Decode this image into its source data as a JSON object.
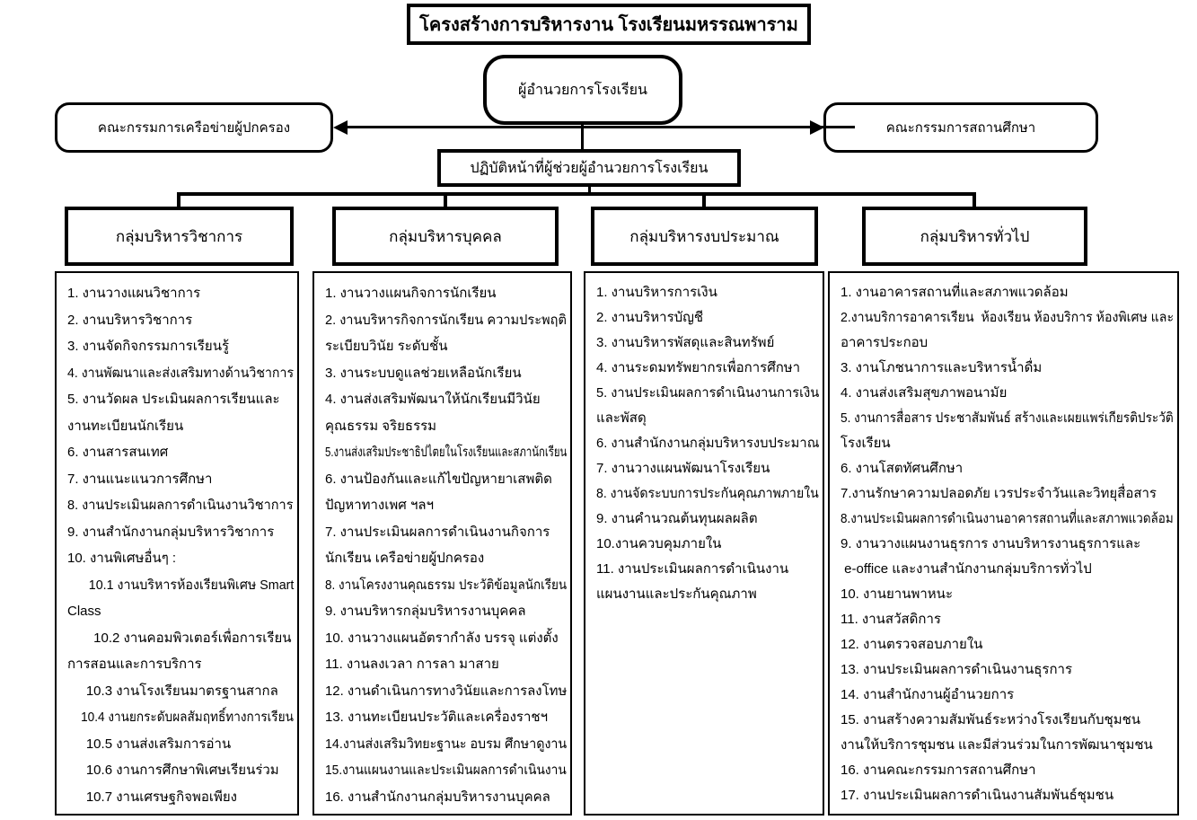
{
  "title": "โครงสร้างการบริหารงาน  โรงเรียนมหรรณพาราม",
  "director": {
    "label": "ผู้อำนวยการโรงเรียน"
  },
  "left_committee": {
    "label": "คณะกรรมการเครือข่ายผู้ปกครอง"
  },
  "right_committee": {
    "label": "คณะกรรมการสถานศึกษา"
  },
  "assistant": {
    "label": "ปฏิบัติหน้าที่ผู้ช่วยผู้อำนวยการโรงเรียน"
  },
  "colors": {
    "background": "#ffffff",
    "line": "#000000",
    "text": "#000000"
  },
  "groups": [
    {
      "name": "กลุ่มบริหารวิชาการ",
      "lines": [
        "1. งานวางแผนวิชาการ",
        "2. งานบริหารวิชาการ",
        "3. งานจัดกิจกรรมการเรียนรู้",
        "4. งานพัฒนาและส่งเสริมทางด้านวิชาการ",
        "5. งานวัดผล ประเมินผลการเรียนและ",
        "งานทะเบียนนักเรียน",
        "6. งานสารสนเทศ",
        "7. งานแนะแนวการศึกษา",
        "8. งานประเมินผลการดำเนินงานวิชาการ",
        "9. งานสำนักงานกลุ่มบริหารวิชาการ",
        "10. งานพิเศษอื่นๆ :",
        "      10.1 งานบริหารห้องเรียนพิเศษ Smart",
        "Class",
        "       10.2 งานคอมพิวเตอร์เพื่อการเรียน",
        "การสอนและการบริการ",
        "     10.3 งานโรงเรียนมาตรฐานสากล",
        "    10.4 งานยกระดับผลสัมฤทธิ์ทางการเรียน",
        "     10.5 งานส่งเสริมการอ่าน",
        "     10.6 งานการศึกษาพิเศษเรียนร่วม",
        "     10.7 งานเศรษฐกิจพอเพียง"
      ]
    },
    {
      "name": "กลุ่มบริหารบุคคล",
      "lines": [
        "1. งานวางแผนกิจการนักเรียน",
        "2. งานบริหารกิจการนักเรียน ความประพฤติ",
        "ระเบียบวินัย ระดับชั้น",
        "3. งานระบบดูแลช่วยเหลือนักเรียน",
        "4. งานส่งเสริมพัฒนาให้นักเรียนมีวินัย",
        "คุณธรรม จริยธรรม",
        "5.งานส่งเสริมประชาธิปไตยในโรงเรียนและสภานักเรียน",
        "6. งานป้องกันและแก้ไขปัญหายาเสพติด",
        "ปัญหาทางเพศ ฯลฯ",
        "7. งานประเมินผลการดำเนินงานกิจการ",
        "นักเรียน เครือข่ายผู้ปกครอง",
        "8. งานโครงงานคุณธรรม ประวัติข้อมูลนักเรียน",
        "9. งานบริหารกลุ่มบริหารงานบุคคล",
        "10. งานวางแผนอัตรากำลัง บรรจุ แต่งตั้ง",
        "11. งานลงเวลา การลา มาสาย",
        "12. งานดำเนินการทางวินัยและการลงโทษ",
        "13. งานทะเบียนประวัติและเครื่องราชฯ",
        "14.งานส่งเสริมวิทยะฐานะ อบรม ศึกษาดูงาน",
        "15.งานแผนงานและประเมินผลการดำเนินงาน",
        "16. งานสำนักงานกลุ่มบริหารงานบุคคล"
      ]
    },
    {
      "name": "กลุ่มบริหารงบประมาณ",
      "lines": [
        "1. งานบริหารการเงิน",
        "2. งานบริหารบัญชี",
        "3. งานบริหารพัสดุและสินทรัพย์",
        "4. งานระดมทรัพยากรเพื่อการศึกษา",
        "5. งานประเมินผลการดำเนินงานการเงิน",
        "และพัสดุ",
        "6. งานสำนักงานกลุ่มบริหารงบประมาณ",
        "7. งานวางแผนพัฒนาโรงเรียน",
        "8. งานจัดระบบการประกันคุณภาพภายใน",
        "9. งานคำนวณต้นทุนผลผลิต",
        "10.งานควบคุมภายใน",
        "11. งานประเมินผลการดำเนินงาน",
        "แผนงานและประกันคุณภาพ"
      ]
    },
    {
      "name": "กลุ่มบริหารทั่วไป",
      "lines": [
        "1. งานอาคารสถานที่และสภาพแวดล้อม",
        "2.งานบริการอาคารเรียน  ห้องเรียน ห้องบริการ ห้องพิเศษ และ",
        "อาคารประกอบ",
        "3. งานโภชนาการและบริหารน้ำดื่ม",
        "4. งานส่งเสริมสุขภาพอนามัย",
        "5. งานการสื่อสาร ประชาสัมพันธ์ สร้างและเผยแพร่เกียรติประวัติ",
        "โรงเรียน",
        "6. งานโสตทัศนศึกษา",
        "7.งานรักษาความปลอดภัย เวรประจำวันและวิทยุสื่อสาร",
        "8.งานประเมินผลการดำเนินงานอาคารสถานที่และสภาพแวดล้อม",
        "9. งานวางแผนงานธุรการ งานบริหารงานธุรการและ",
        " e-office และงานสำนักงานกลุ่มบริการทั่วไป",
        "10. งานยานพาหนะ",
        "11. งานสวัสดิการ",
        "12. งานตรวจสอบภายใน",
        "13. งานประเมินผลการดำเนินงานธุรการ",
        "14. งานสำนักงานผู้อำนวยการ",
        "15. งานสร้างความสัมพันธ์ระหว่างโรงเรียนกับชุมชน",
        "งานให้บริการชุมชน และมีส่วนร่วมในการพัฒนาชุมชน",
        "16. งานคณะกรรมการสถานศึกษา",
        "17. งานประเมินผลการดำเนินงานสัมพันธ์ชุมชน"
      ]
    }
  ]
}
